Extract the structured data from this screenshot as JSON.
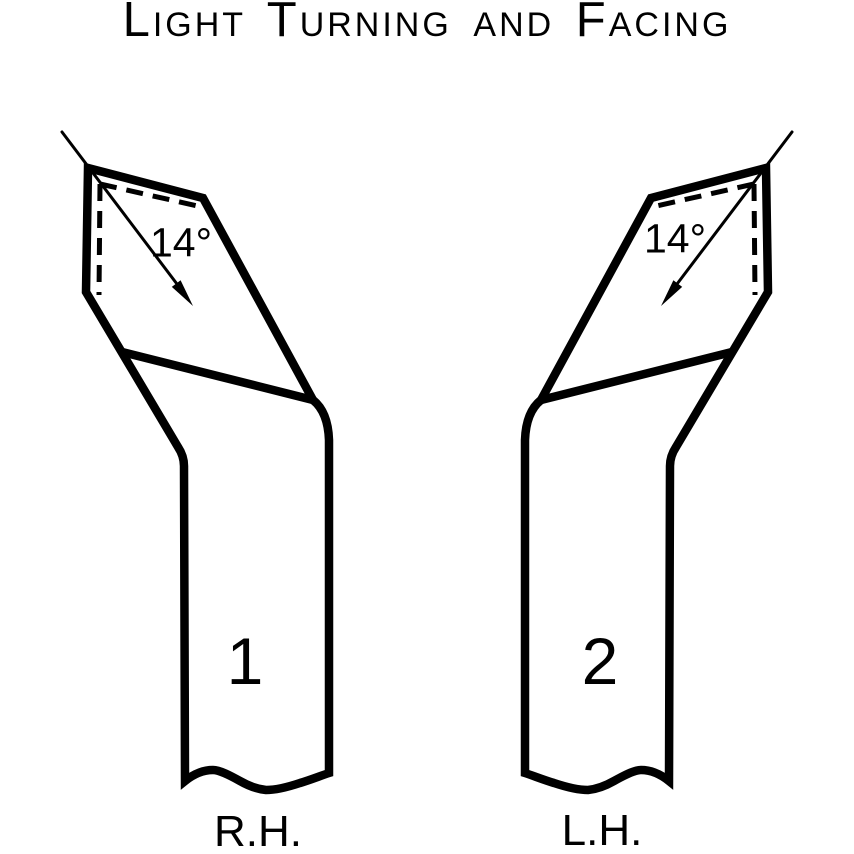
{
  "title": "Light Turning and Facing",
  "colors": {
    "ink": "#000000",
    "paper": "#ffffff"
  },
  "figures": [
    {
      "number": "1",
      "hand_label": "R.H.",
      "angle_label": "14°"
    },
    {
      "number": "2",
      "hand_label": "L.H.",
      "angle_label": "14°"
    }
  ]
}
